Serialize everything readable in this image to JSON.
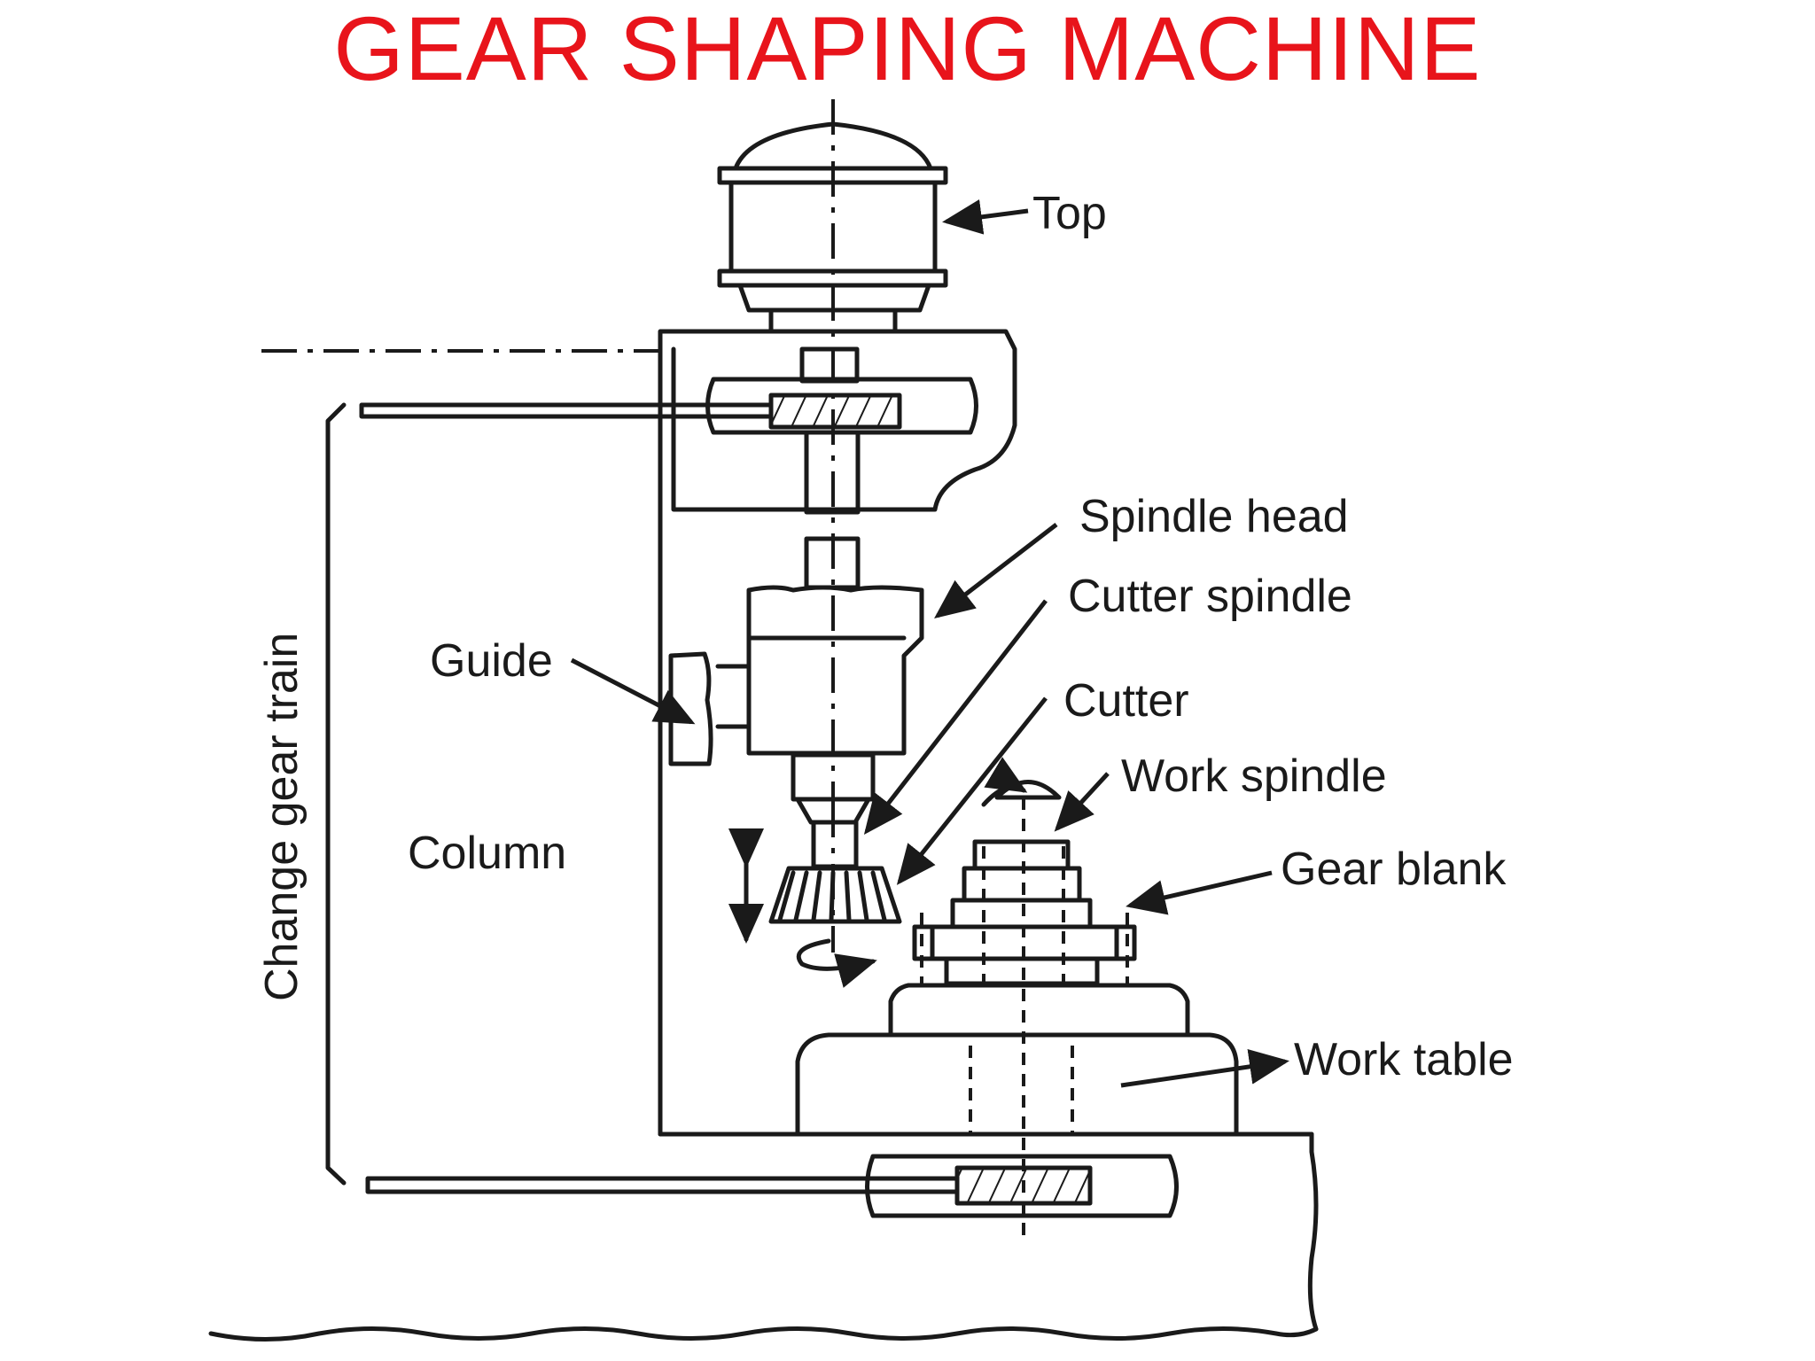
{
  "title": "GEAR SHAPING MACHINE",
  "colors": {
    "title": "#e8141b",
    "ink": "#1a1a1a",
    "background": "#ffffff"
  },
  "labels": {
    "top": "Top",
    "spindle_head": "Spindle head",
    "cutter_spindle": "Cutter spindle",
    "guide": "Guide",
    "cutter": "Cutter",
    "work_spindle": "Work spindle",
    "column": "Column",
    "gear_blank": "Gear blank",
    "work_table": "Work table",
    "change_gear_train": "Change gear train"
  }
}
